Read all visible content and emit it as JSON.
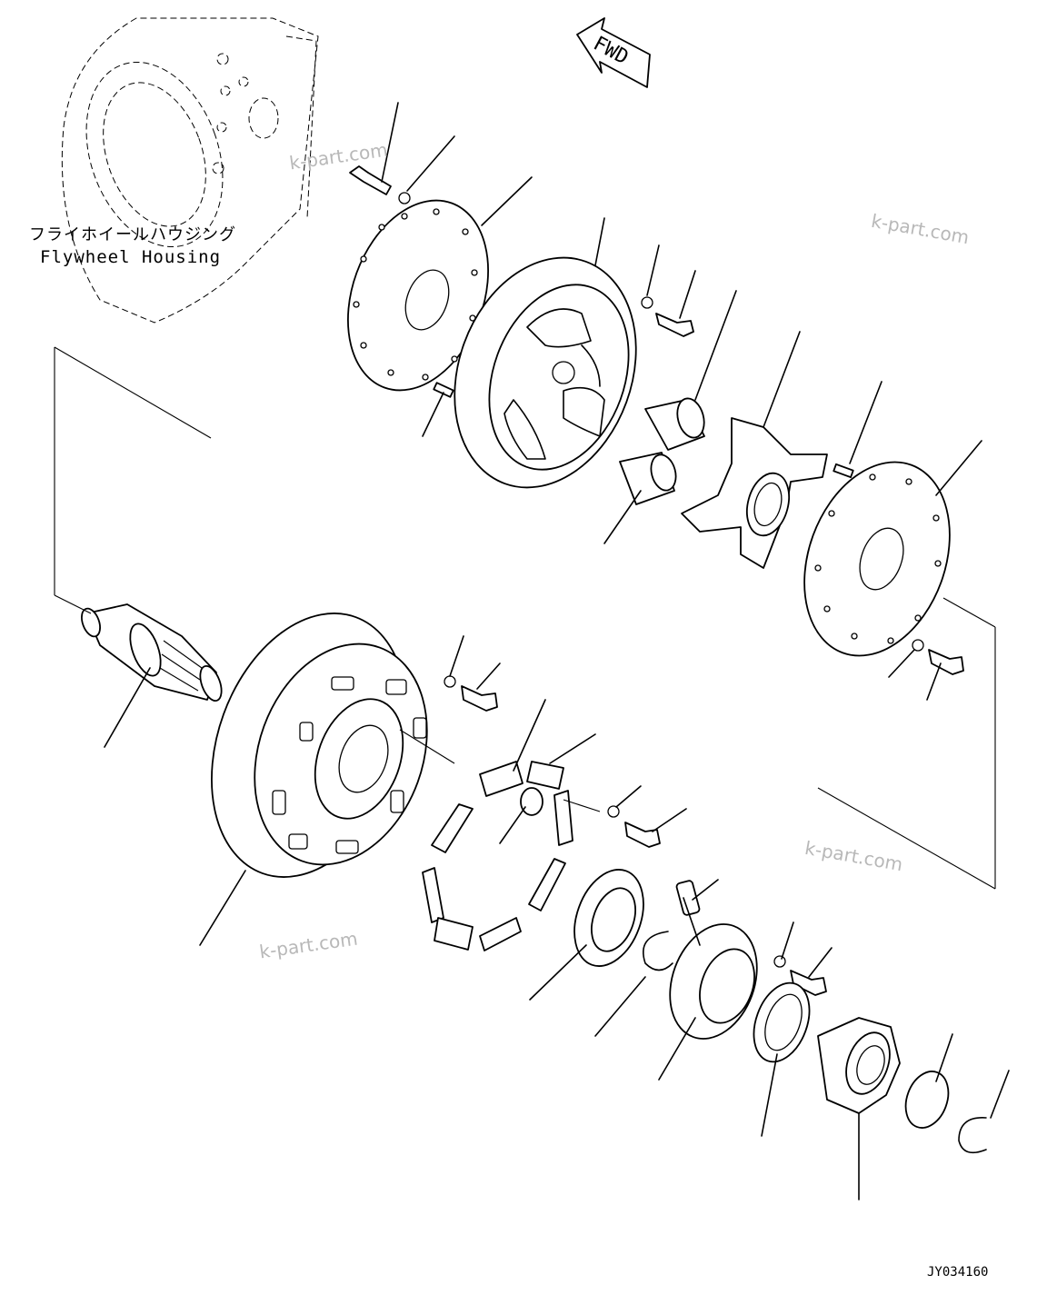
{
  "housing_label": {
    "japanese": "フライホイールハウジング",
    "english": "Flywheel Housing"
  },
  "direction_marker": "FWD",
  "watermarks": [
    "k-part.com",
    "k-part.com",
    "k-part.com",
    "k-part.com"
  ],
  "drawing_code": "JY034160"
}
